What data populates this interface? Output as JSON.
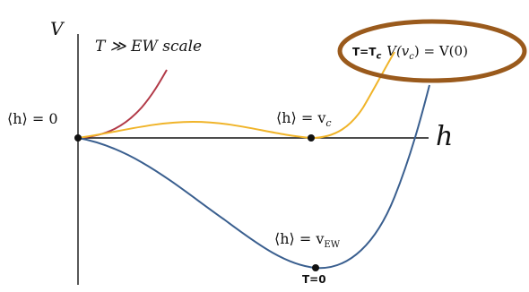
{
  "labels": {
    "v_axis": "V",
    "h_axis": "h",
    "high_temp": "T ≫ EW scale",
    "origin_vev": "⟨h⟩ = 0",
    "critical_vev": "⟨h⟩ = v",
    "critical_vev_sub": "c",
    "ew_vev": "⟨h⟩ = v",
    "ew_vev_sub": "EW",
    "zero_temp": "T=0",
    "critical_temp": "T=T",
    "critical_temp_sub": "c",
    "degeneracy": "V(v",
    "degeneracy_sub": "c",
    "degeneracy_rest": ") = V(0)"
  },
  "colors": {
    "high_temp_curve": "#b23a48",
    "critical_curve": "#f0b429",
    "zero_temp_curve": "#3a5f8f",
    "highlight_ellipse": "#9a5a1c",
    "axes": "#111111"
  }
}
